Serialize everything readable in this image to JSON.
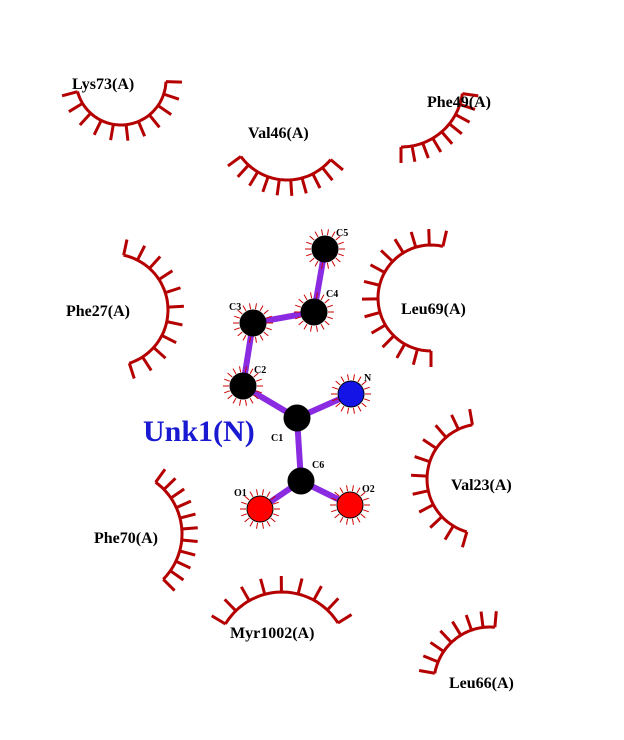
{
  "ligand": {
    "name": "Unk1(N)",
    "color": "#1a1ad2",
    "bond_color": "#8a2be2",
    "atoms": [
      {
        "id": "C5",
        "element": "C",
        "label": "C5",
        "color": "#000000"
      },
      {
        "id": "C4",
        "element": "C",
        "label": "C4",
        "color": "#000000"
      },
      {
        "id": "C3",
        "element": "C",
        "label": "C3",
        "color": "#000000"
      },
      {
        "id": "C2",
        "element": "C",
        "label": "C2",
        "color": "#000000"
      },
      {
        "id": "C1",
        "element": "C",
        "label": "C1",
        "color": "#000000"
      },
      {
        "id": "N",
        "element": "N",
        "label": "N",
        "color": "#1414e6"
      },
      {
        "id": "C6",
        "element": "C",
        "label": "C6",
        "color": "#000000"
      },
      {
        "id": "O1",
        "element": "O",
        "label": "O1",
        "color": "#ff0000"
      },
      {
        "id": "O2",
        "element": "O",
        "label": "O2",
        "color": "#ff0000"
      }
    ],
    "bonds": [
      [
        "C5",
        "C4"
      ],
      [
        "C4",
        "C3"
      ],
      [
        "C3",
        "C2"
      ],
      [
        "C2",
        "C1"
      ],
      [
        "C1",
        "N"
      ],
      [
        "C1",
        "C6"
      ],
      [
        "C6",
        "O1"
      ],
      [
        "C6",
        "O2"
      ]
    ]
  },
  "residues": [
    {
      "id": "lys73",
      "label": "Lys73(A)"
    },
    {
      "id": "phe49",
      "label": "Phe49(A)"
    },
    {
      "id": "val46",
      "label": "Val46(A)"
    },
    {
      "id": "phe27",
      "label": "Phe27(A)"
    },
    {
      "id": "leu69",
      "label": "Leu69(A)"
    },
    {
      "id": "val23",
      "label": "Val23(A)"
    },
    {
      "id": "phe70",
      "label": "Phe70(A)"
    },
    {
      "id": "myr1002",
      "label": "Myr1002(A)"
    },
    {
      "id": "leu66",
      "label": "Leu66(A)"
    }
  ],
  "colors": {
    "hydrophobic_arc": "#b40000",
    "atom_contact_ticks": "#cc0000"
  }
}
